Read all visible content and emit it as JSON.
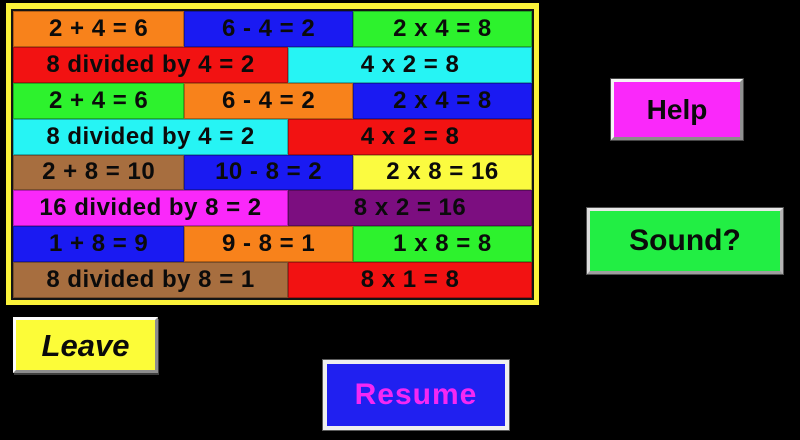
{
  "page": {
    "background": "#000000"
  },
  "board": {
    "frame_color": "#FBF23A",
    "rows": [
      {
        "cells": [
          {
            "text": "2 + 4 = 6",
            "bg": "#F8821B",
            "w": "33%"
          },
          {
            "text": "6 - 4 = 2",
            "bg": "#1A1AF2",
            "w": "32.5%"
          },
          {
            "text": "2 x 4 = 8",
            "bg": "#2DF22D",
            "w": "34.5%"
          }
        ]
      },
      {
        "cells": [
          {
            "text": "8 divided by 4 = 2",
            "bg": "#F21212",
            "w": "53%"
          },
          {
            "text": "4 x 2 = 8",
            "bg": "#26F4F4",
            "w": "47%"
          }
        ]
      },
      {
        "cells": [
          {
            "text": "2 + 4 = 6",
            "bg": "#2DF22D",
            "w": "33%"
          },
          {
            "text": "6 - 4 = 2",
            "bg": "#F8821B",
            "w": "32.5%"
          },
          {
            "text": "2 x 4 = 8",
            "bg": "#1A1AF2",
            "w": "34.5%"
          }
        ]
      },
      {
        "cells": [
          {
            "text": "8 divided by 4 = 2",
            "bg": "#26F4F4",
            "w": "53%"
          },
          {
            "text": "4 x 2 = 8",
            "bg": "#F21212",
            "w": "47%"
          }
        ]
      },
      {
        "cells": [
          {
            "text": "2 + 8 = 10",
            "bg": "#A76E3F",
            "w": "33%"
          },
          {
            "text": "10 - 8 = 2",
            "bg": "#1A1AF2",
            "w": "32.5%"
          },
          {
            "text": "2 x 8 = 16",
            "bg": "#FBFB40",
            "w": "34.5%"
          }
        ]
      },
      {
        "cells": [
          {
            "text": "16 divided by 8 = 2",
            "bg": "#FA28FA",
            "w": "53%"
          },
          {
            "text": "8 x 2 = 16",
            "bg": "#7C0E80",
            "w": "47%"
          }
        ]
      },
      {
        "cells": [
          {
            "text": "1 + 8 = 9",
            "bg": "#1A1AF2",
            "w": "33%"
          },
          {
            "text": "9 - 8 = 1",
            "bg": "#F8821B",
            "w": "32.5%"
          },
          {
            "text": "1 x 8 = 8",
            "bg": "#2DF22D",
            "w": "34.5%"
          }
        ]
      },
      {
        "cells": [
          {
            "text": "8 divided by 8 = 1",
            "bg": "#A76E3F",
            "w": "53%"
          },
          {
            "text": "8 x 1 = 8",
            "bg": "#F21212",
            "w": "47%"
          }
        ]
      }
    ]
  },
  "buttons": {
    "help": {
      "label": "Help",
      "bg": "#FA28FA",
      "text_color": "#0a0a0a"
    },
    "sound": {
      "label": "Sound?",
      "bg": "#22EE44",
      "text_color": "#0a0a0a"
    },
    "leave": {
      "label": "Leave",
      "bg": "#FCFC38",
      "text_color": "#0a0a0a"
    },
    "resume": {
      "label": "Resume",
      "bg": "#2020F0",
      "text_color": "#F428F4"
    }
  }
}
